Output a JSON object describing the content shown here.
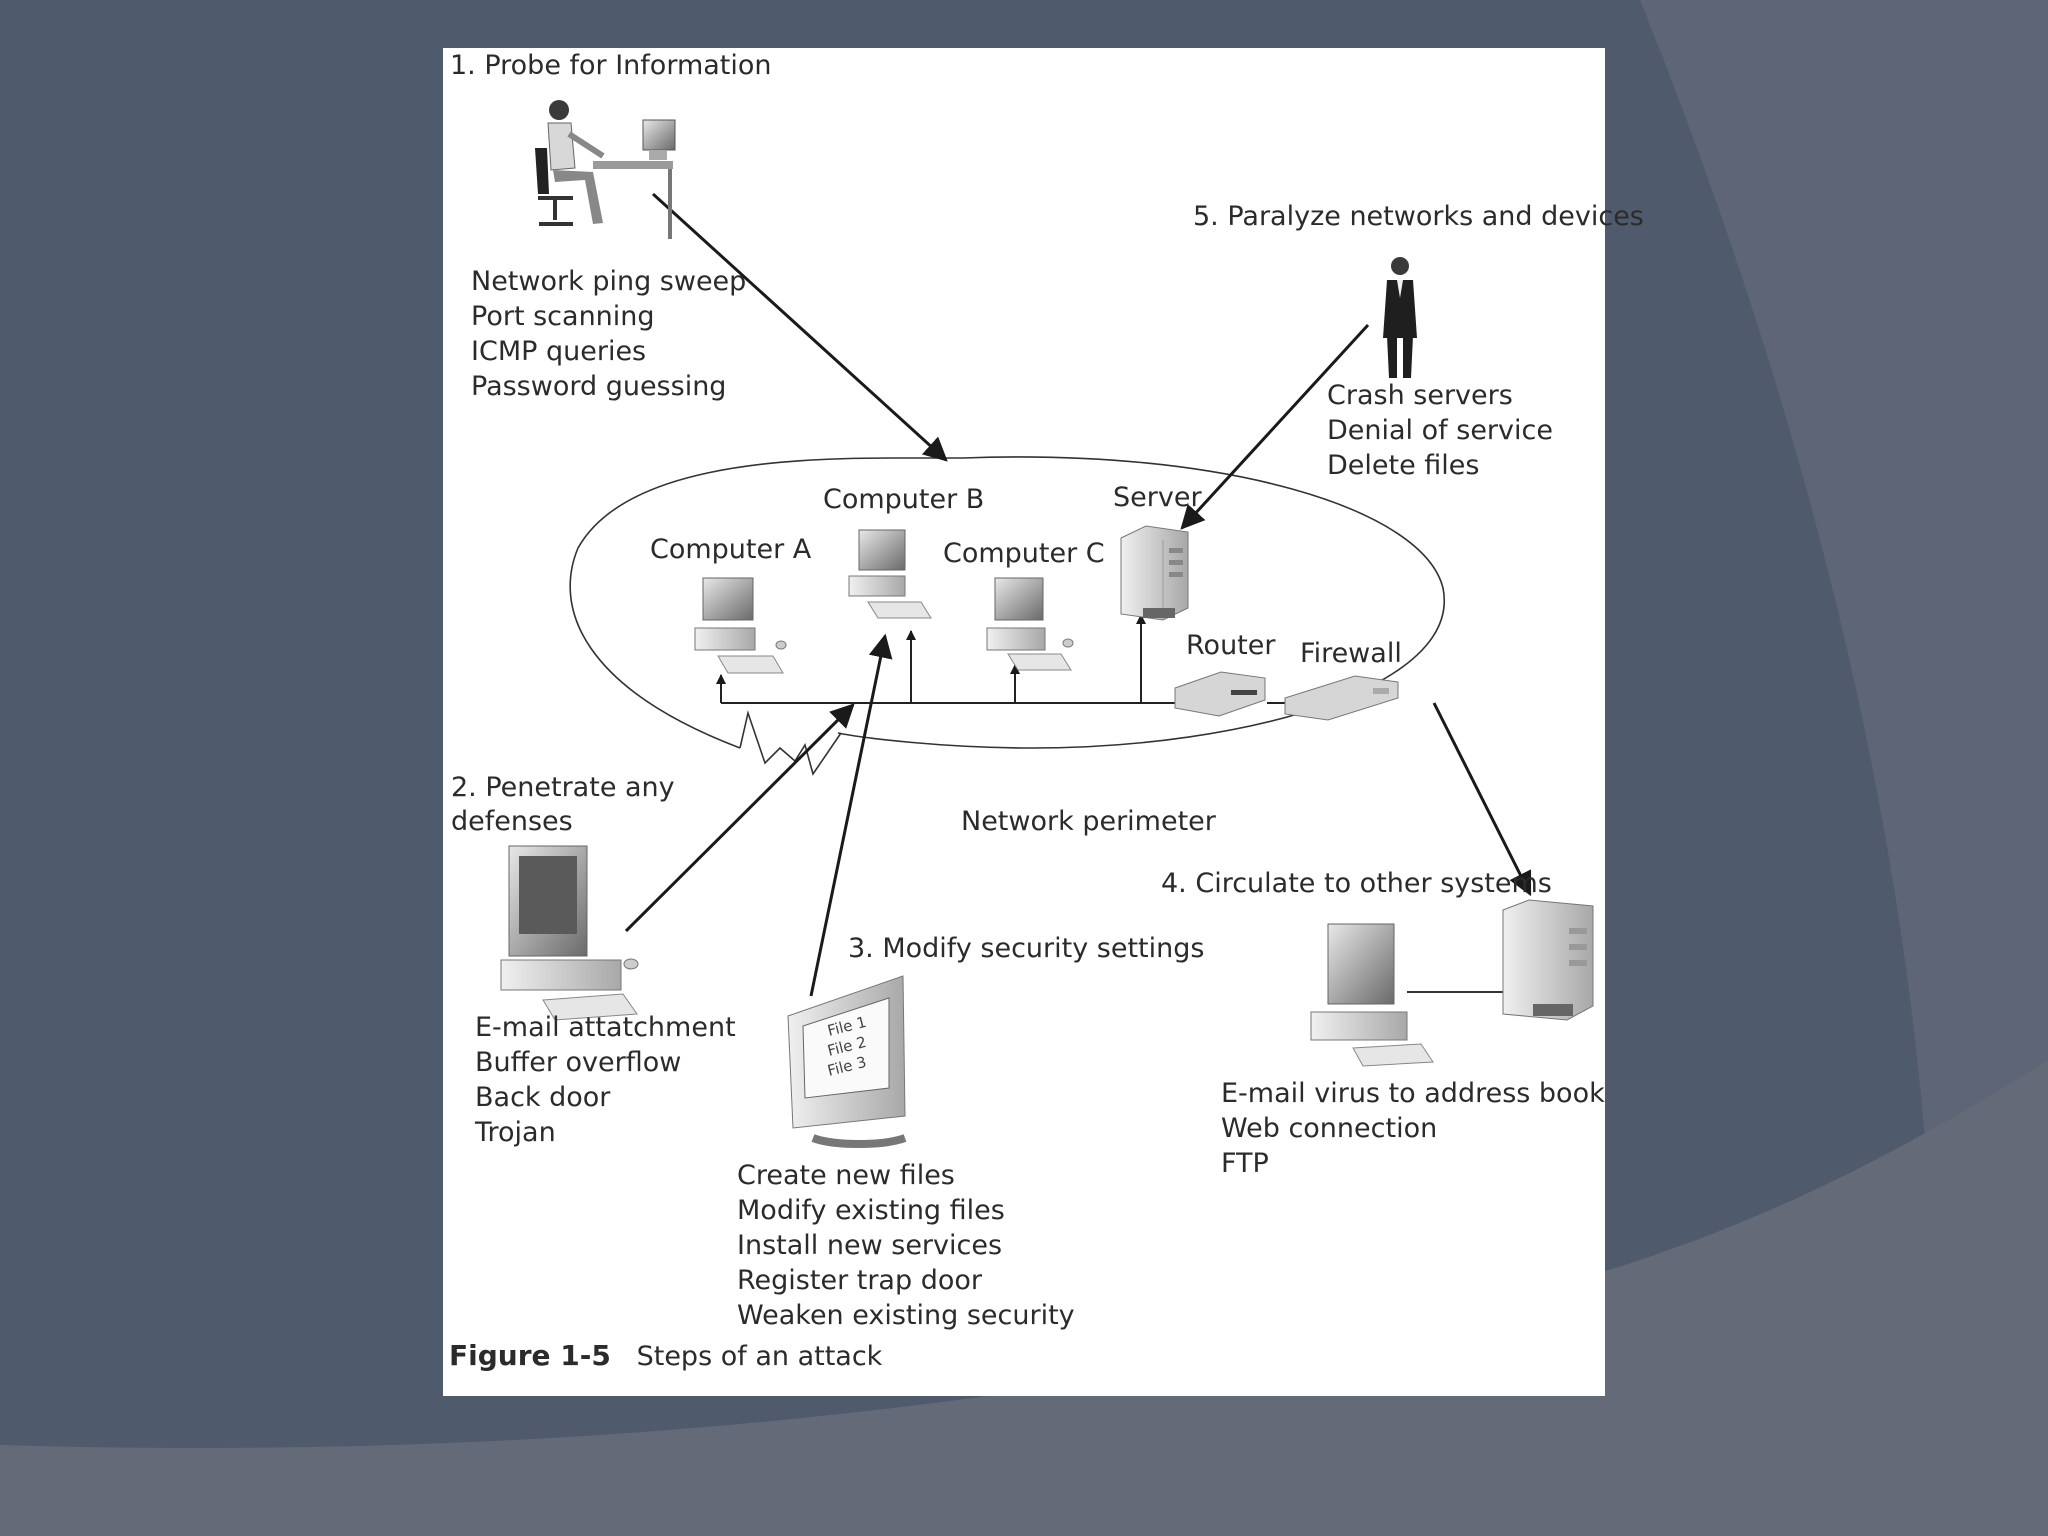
{
  "figure": {
    "caption_number": "Figure 1-5",
    "caption_title": "Steps of an attack"
  },
  "steps": {
    "probe": {
      "title": "1. Probe for Information",
      "items": [
        "Network ping sweep",
        "Port scanning",
        "ICMP queries",
        "Password guessing"
      ]
    },
    "penetrate": {
      "title_line1": "2. Penetrate any",
      "title_line2": "defenses",
      "items": [
        "E-mail attatchment",
        "Buffer overflow",
        "Back door",
        "Trojan"
      ]
    },
    "modify": {
      "title": "3. Modify security settings",
      "items": [
        "Create new files",
        "Modify existing files",
        "Install new services",
        "Register trap door",
        "Weaken existing security"
      ]
    },
    "circulate": {
      "title": "4. Circulate to other systems",
      "items": [
        "E-mail virus to address book",
        "Web connection",
        "FTP"
      ]
    },
    "paralyze": {
      "title": "5. Paralyze networks and devices",
      "items": [
        "Crash servers",
        "Denial of service",
        "Delete files"
      ]
    }
  },
  "network": {
    "computer_a": "Computer A",
    "computer_b": "Computer B",
    "computer_c": "Computer C",
    "server": "Server",
    "router": "Router",
    "firewall": "Firewall",
    "perimeter": "Network perimeter"
  },
  "monitor_files": [
    "File 1",
    "File 2",
    "File 3"
  ]
}
